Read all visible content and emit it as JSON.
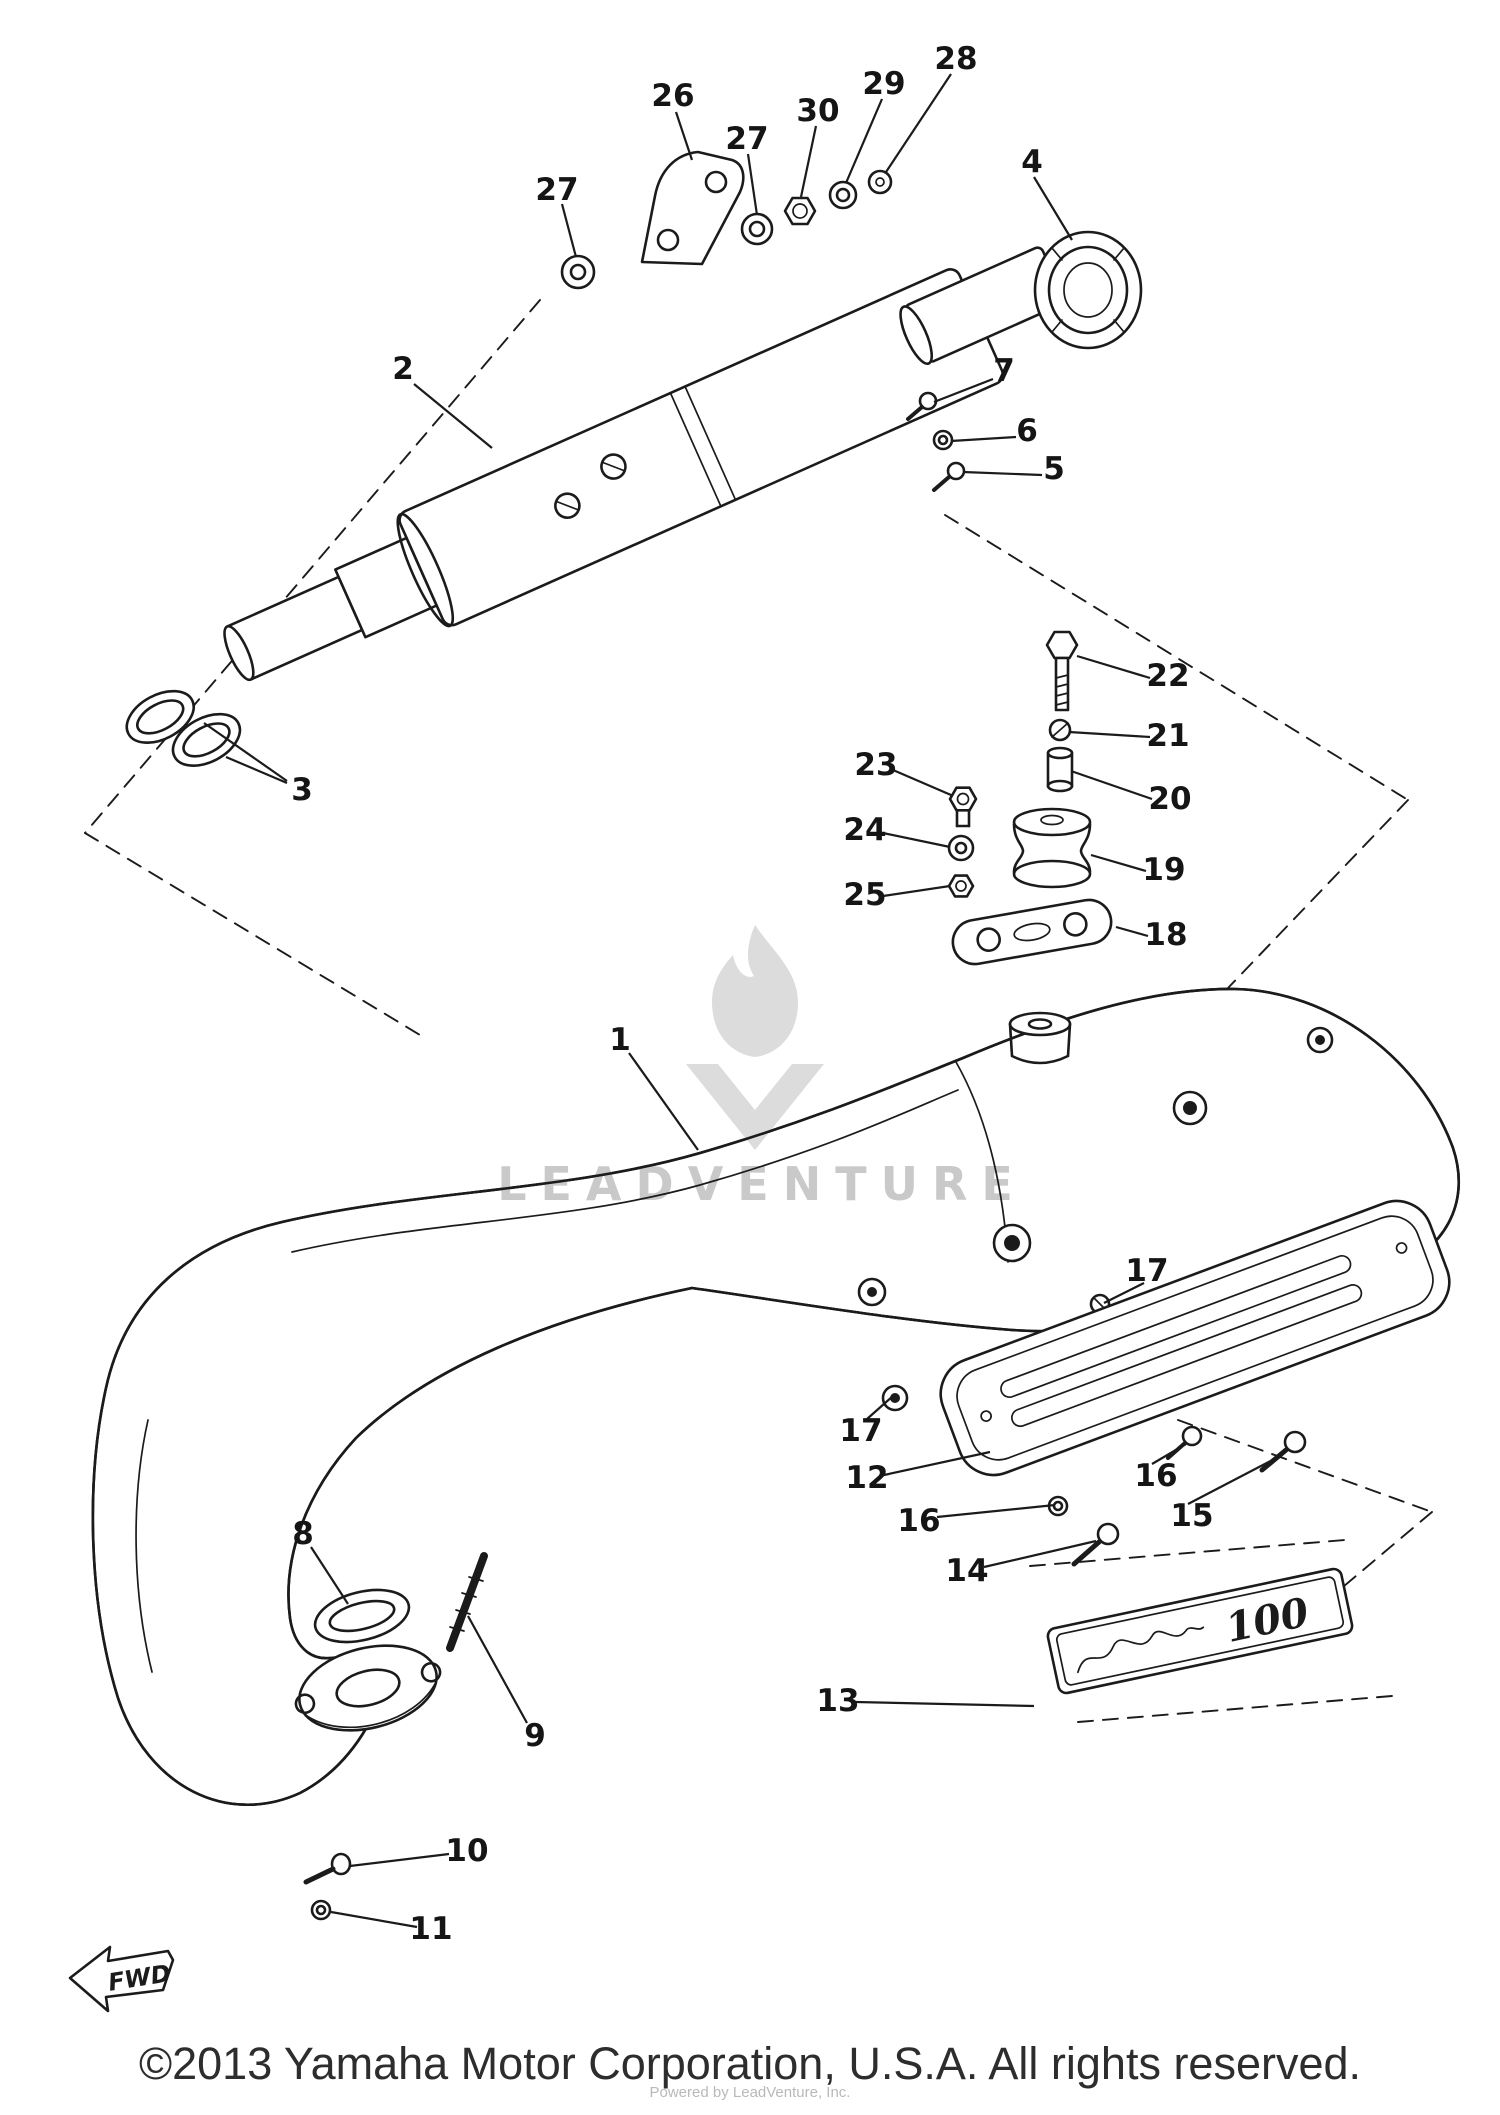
{
  "diagram": {
    "watermark": {
      "brand": "LEADVENTURE",
      "logo_icon": "flame-v-logo"
    },
    "direction_label": "FWD",
    "emblem_text": "100",
    "callouts": {
      "1": "1",
      "2": "2",
      "3": "3",
      "4": "4",
      "5": "5",
      "6": "6",
      "7": "7",
      "8": "8",
      "9": "9",
      "10": "10",
      "11": "11",
      "12": "12",
      "13": "13",
      "14": "14",
      "15": "15",
      "16": "16",
      "17": "17",
      "18": "18",
      "19": "19",
      "20": "20",
      "21": "21",
      "22": "22",
      "23": "23",
      "24": "24",
      "25": "25",
      "26": "26",
      "27": "27",
      "28": "28",
      "29": "29",
      "30": "30"
    }
  },
  "footer": {
    "copyright": "©2013 Yamaha Motor Corporation, U.S.A. All rights reserved.",
    "powered_by": "Powered by LeadVenture, Inc."
  }
}
